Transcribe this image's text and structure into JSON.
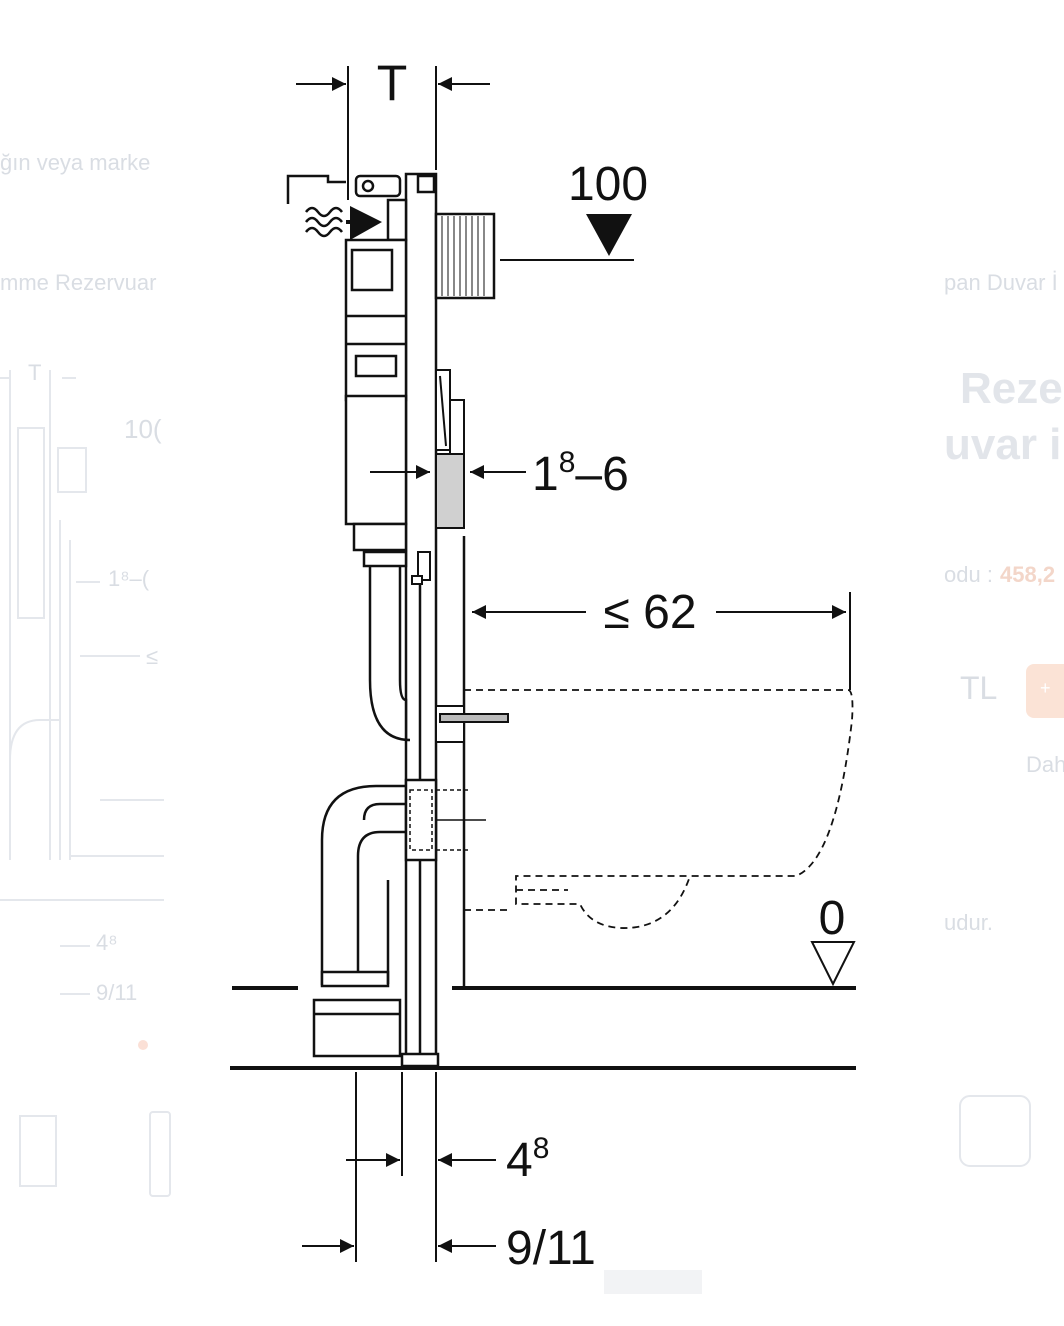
{
  "diagram": {
    "dim_top": "T",
    "dim_height": "100",
    "dim_wall_main": "1",
    "dim_wall_sup": "8",
    "dim_wall_end": "–6",
    "dim_depth": "≤ 62",
    "dim_floor": "0",
    "dim_foot_main": "4",
    "dim_foot_sup": "8",
    "dim_bottom": "9/11"
  },
  "background": {
    "left_text_1": "ğın veya marke",
    "left_text_2": "mme Rezervuar",
    "right_text_1": "pan Duvar İ",
    "title_line_1": "Reze",
    "title_line_2": "uvar i",
    "price_label": "odu :",
    "price_value": "458,2",
    "currency": "TL",
    "more": "Dah",
    "note": "udur.",
    "thumb_t": "T",
    "thumb_100": "10(",
    "thumb_18": "1⁸–(",
    "thumb_62": "≤",
    "thumb_48": "4⁸",
    "thumb_911": "9/11"
  }
}
